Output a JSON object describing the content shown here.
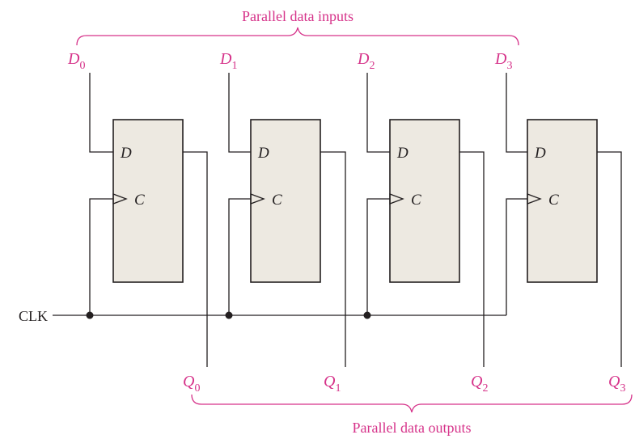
{
  "title_inputs": "Parallel data inputs",
  "title_outputs": "Parallel data outputs",
  "clock_label": "CLK",
  "flip_flops": [
    {
      "d_pin": "D",
      "c_pin": "C",
      "input_name": "D",
      "input_sub": "0",
      "output_name": "Q",
      "output_sub": "0"
    },
    {
      "d_pin": "D",
      "c_pin": "C",
      "input_name": "D",
      "input_sub": "1",
      "output_name": "Q",
      "output_sub": "1"
    },
    {
      "d_pin": "D",
      "c_pin": "C",
      "input_name": "D",
      "input_sub": "2",
      "output_name": "Q",
      "output_sub": "2"
    },
    {
      "d_pin": "D",
      "c_pin": "C",
      "input_name": "D",
      "input_sub": "3",
      "output_name": "Q",
      "output_sub": "3"
    }
  ],
  "colors": {
    "accent": "#d6338a",
    "box_fill": "#ede9e1",
    "line": "#231f20"
  }
}
